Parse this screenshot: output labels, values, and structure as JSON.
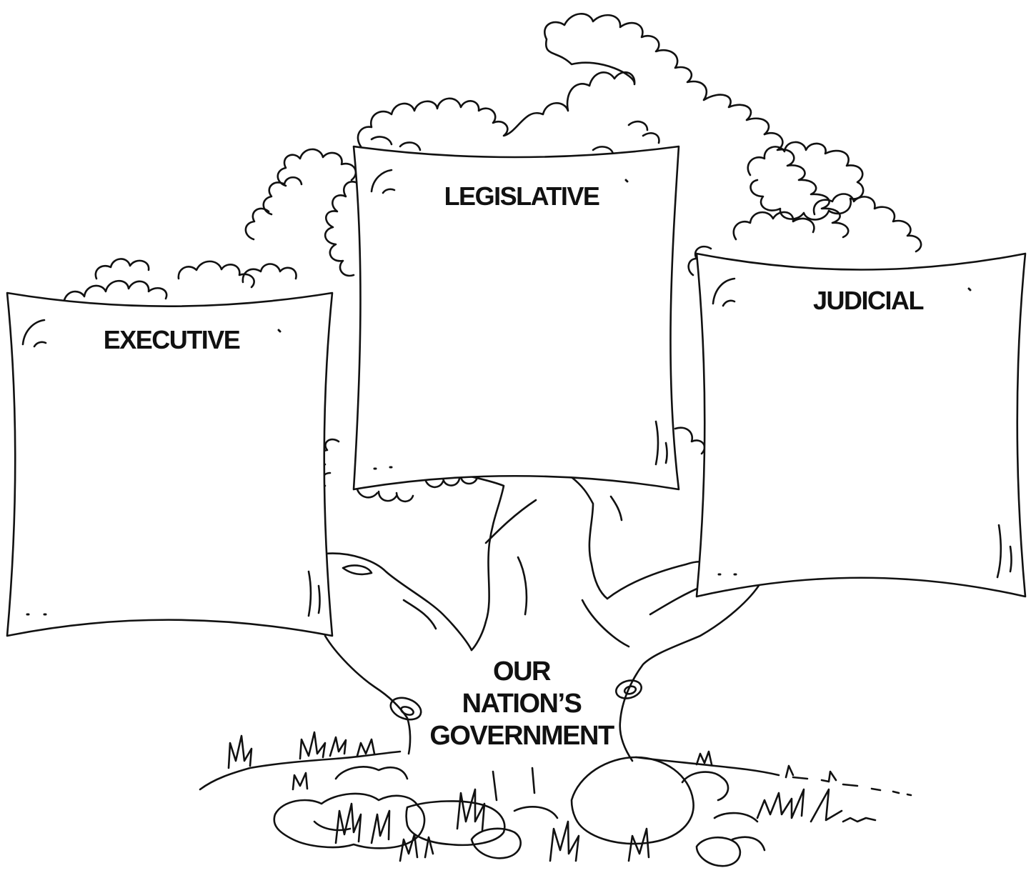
{
  "branches": {
    "legislative": "LEGISLATIVE",
    "executive": "EXECUTIVE",
    "judicial": "JUDICIAL"
  },
  "trunk": {
    "line1": "OUR",
    "line2": "NATION’S",
    "line3": "GOVERNMENT"
  },
  "colors": {
    "line": "#111111",
    "paper": "#ffffff"
  }
}
